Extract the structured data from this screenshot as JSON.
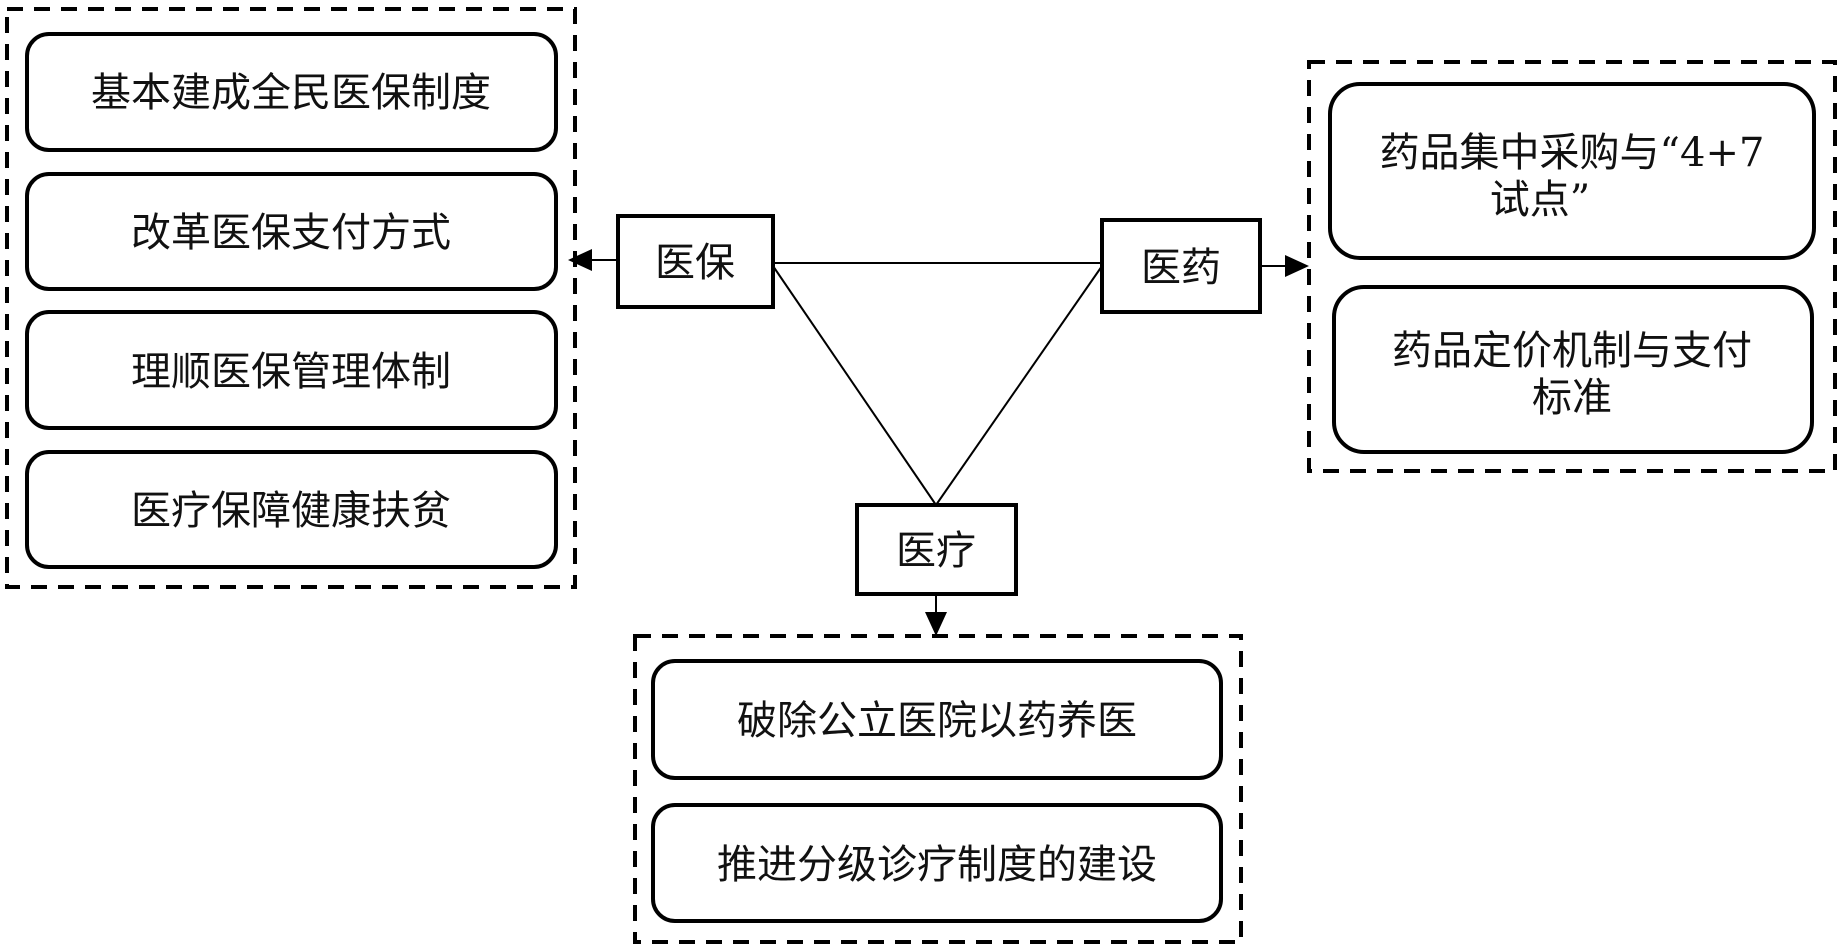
{
  "diagram": {
    "center_triangle": {
      "nodes": [
        {
          "id": "yibao",
          "label": "医保"
        },
        {
          "id": "yiyao",
          "label": "医药"
        },
        {
          "id": "yiliao",
          "label": "医疗"
        }
      ]
    },
    "groups": {
      "yibao": {
        "items": [
          {
            "lines": [
              "基本建成全民医保制度"
            ]
          },
          {
            "lines": [
              "改革医保支付方式"
            ]
          },
          {
            "lines": [
              "理顺医保管理体制"
            ]
          },
          {
            "lines": [
              "医疗保障健康扶贫"
            ]
          }
        ]
      },
      "yiyao": {
        "items": [
          {
            "lines": [
              "药品集中采购与“4+7",
              "试点”"
            ]
          },
          {
            "lines": [
              "药品定价机制与支付",
              "标准"
            ]
          }
        ]
      },
      "yiliao": {
        "items": [
          {
            "lines": [
              "破除公立医院以药养医"
            ]
          },
          {
            "lines": [
              "推进分级诊疗制度的建设"
            ]
          }
        ]
      }
    }
  }
}
